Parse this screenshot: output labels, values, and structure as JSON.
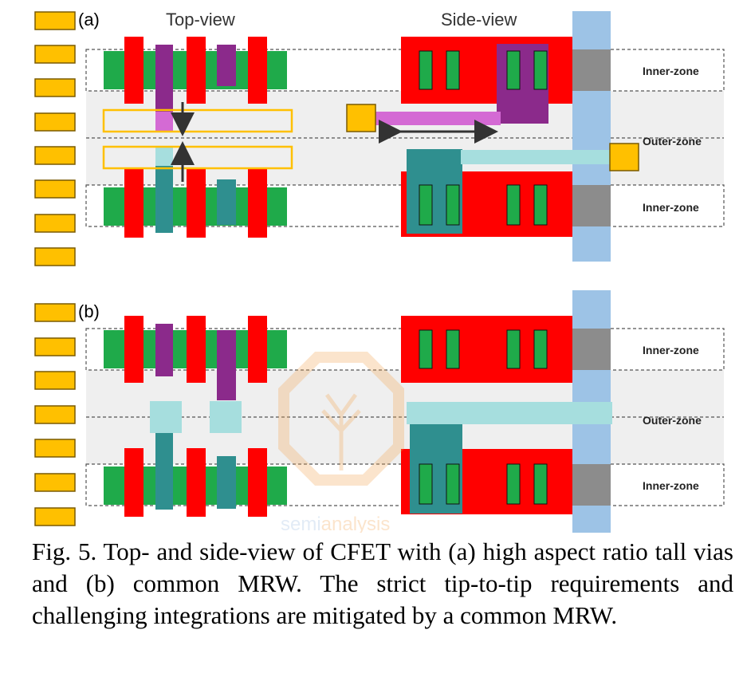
{
  "panels": [
    {
      "tag": "(a)",
      "top_view_title": "Top-view",
      "side_view_title": "Side-view",
      "zones": [
        "Inner-zone",
        "Outer-zone",
        "Inner-zone"
      ]
    },
    {
      "tag": "(b)",
      "zones": [
        "Inner-zone",
        "Outer-zone",
        "Inner-zone"
      ]
    }
  ],
  "watermark": {
    "brand_part1": "semi",
    "brand_part2": "analysis"
  },
  "caption": "Fig. 5. Top- and side-view of CFET with (a) high aspect ratio tall vias and (b) common MRW. The strict tip-to-tip requirements and challenging integrations are mitigated by a common MRW.",
  "colors": {
    "gate_red": "#ff0000",
    "active_green": "#1faa4a",
    "via_purple": "#8b2a8b",
    "via_pink": "#d46ad4",
    "via_teal": "#2f8f8f",
    "light_teal": "#a6dede",
    "pad_orange": "#ffc000",
    "rail_blue": "#9dc3e6",
    "gray_block": "#8c8c8c",
    "zone_gray": "#efefef"
  }
}
